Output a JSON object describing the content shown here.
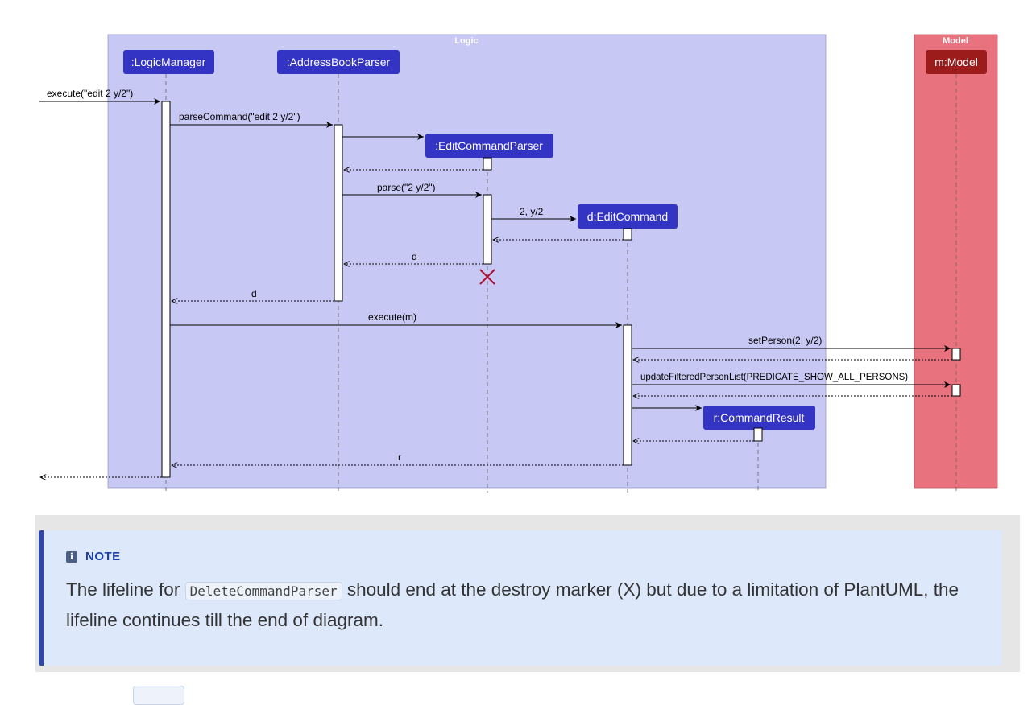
{
  "diagram": {
    "boxes": {
      "logic": "Logic",
      "model": "Model"
    },
    "participants": {
      "logicManager": ":LogicManager",
      "addressBookParser": ":AddressBookParser",
      "editCommandParser": ":EditCommandParser",
      "editCommand": "d:EditCommand",
      "commandResult": "r:CommandResult",
      "model": "m:Model"
    },
    "messages": {
      "execute_edit": "execute(\"edit 2 y/2\")",
      "parseCommand": "parseCommand(\"edit 2 y/2\")",
      "parse": "parse(\"2 y/2\")",
      "create_args": "2, y/2",
      "return_d_parser": "d",
      "return_d_abp": "d",
      "execute_m": "execute(m)",
      "setPerson": "setPerson(2, y/2)",
      "updateFiltered": "updateFilteredPersonList(PREDICATE_SHOW_ALL_PERSONS)",
      "return_r": "r"
    },
    "colors": {
      "logic_bg": "#c8c8f4",
      "model_bg": "#e8737e",
      "participant": "#3434c4",
      "model_participant": "#9c1c1c",
      "destroy": "#b01030"
    }
  },
  "note": {
    "title": "NOTE",
    "icon": "info-icon",
    "text_before": "The lifeline for ",
    "code": "DeleteCommandParser",
    "text_after": " should end at the destroy marker (X) but due to a limitation of PlantUML, the lifeline continues till the end of diagram."
  }
}
